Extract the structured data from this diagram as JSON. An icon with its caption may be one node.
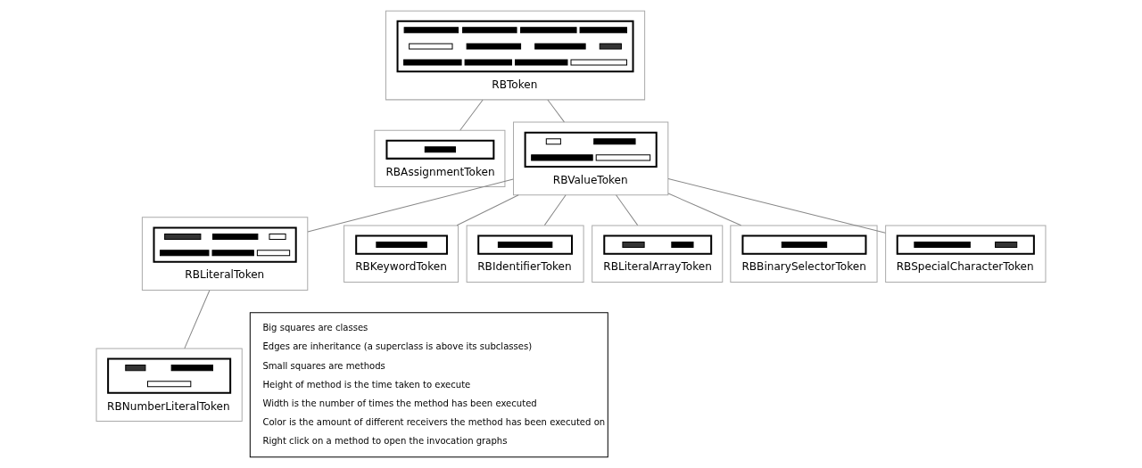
{
  "diagram": {
    "nodes": [
      {
        "text": [
          "RBToken"
        ]
      },
      {
        "text": [
          "RBAssignmentToken"
        ]
      },
      {
        "text": [
          "RBValueToken"
        ]
      },
      {
        "text": [
          "RBLiteralToken"
        ]
      },
      {
        "text": [
          "RBKeywordToken"
        ]
      },
      {
        "text": [
          "RBIdentifierToken"
        ]
      },
      {
        "text": [
          "RBLiteralArrayToken"
        ]
      },
      {
        "text": [
          "RBBinarySelectorToken"
        ]
      },
      {
        "text": [
          "RBSpecialCharacterToken"
        ]
      },
      {
        "text": [
          "RBNumberLiteralToken"
        ]
      },
      {
        "text": [
          "Big squares are classes",
          "Edges are inheritance (a superclass is above its subclasses)",
          "Small squares are methods",
          "Height of method is the time taken to execute",
          "Width is the number of times the method has been executed",
          "Color is the amount of different receivers the method has been executed on",
          "Right click on a method to open the invocation graphs"
        ]
      }
    ],
    "edges": [
      {
        "from": 0,
        "to": 1,
        "arrow": "none"
      },
      {
        "from": 0,
        "to": 2,
        "arrow": "none"
      },
      {
        "from": 2,
        "to": 3,
        "arrow": "none"
      },
      {
        "from": 2,
        "to": 4,
        "arrow": "none"
      },
      {
        "from": 2,
        "to": 5,
        "arrow": "none"
      },
      {
        "from": 2,
        "to": 6,
        "arrow": "none"
      },
      {
        "from": 2,
        "to": 7,
        "arrow": "none"
      },
      {
        "from": 2,
        "to": 8,
        "arrow": "none"
      },
      {
        "from": 3,
        "to": 9,
        "arrow": "none"
      }
    ]
  }
}
